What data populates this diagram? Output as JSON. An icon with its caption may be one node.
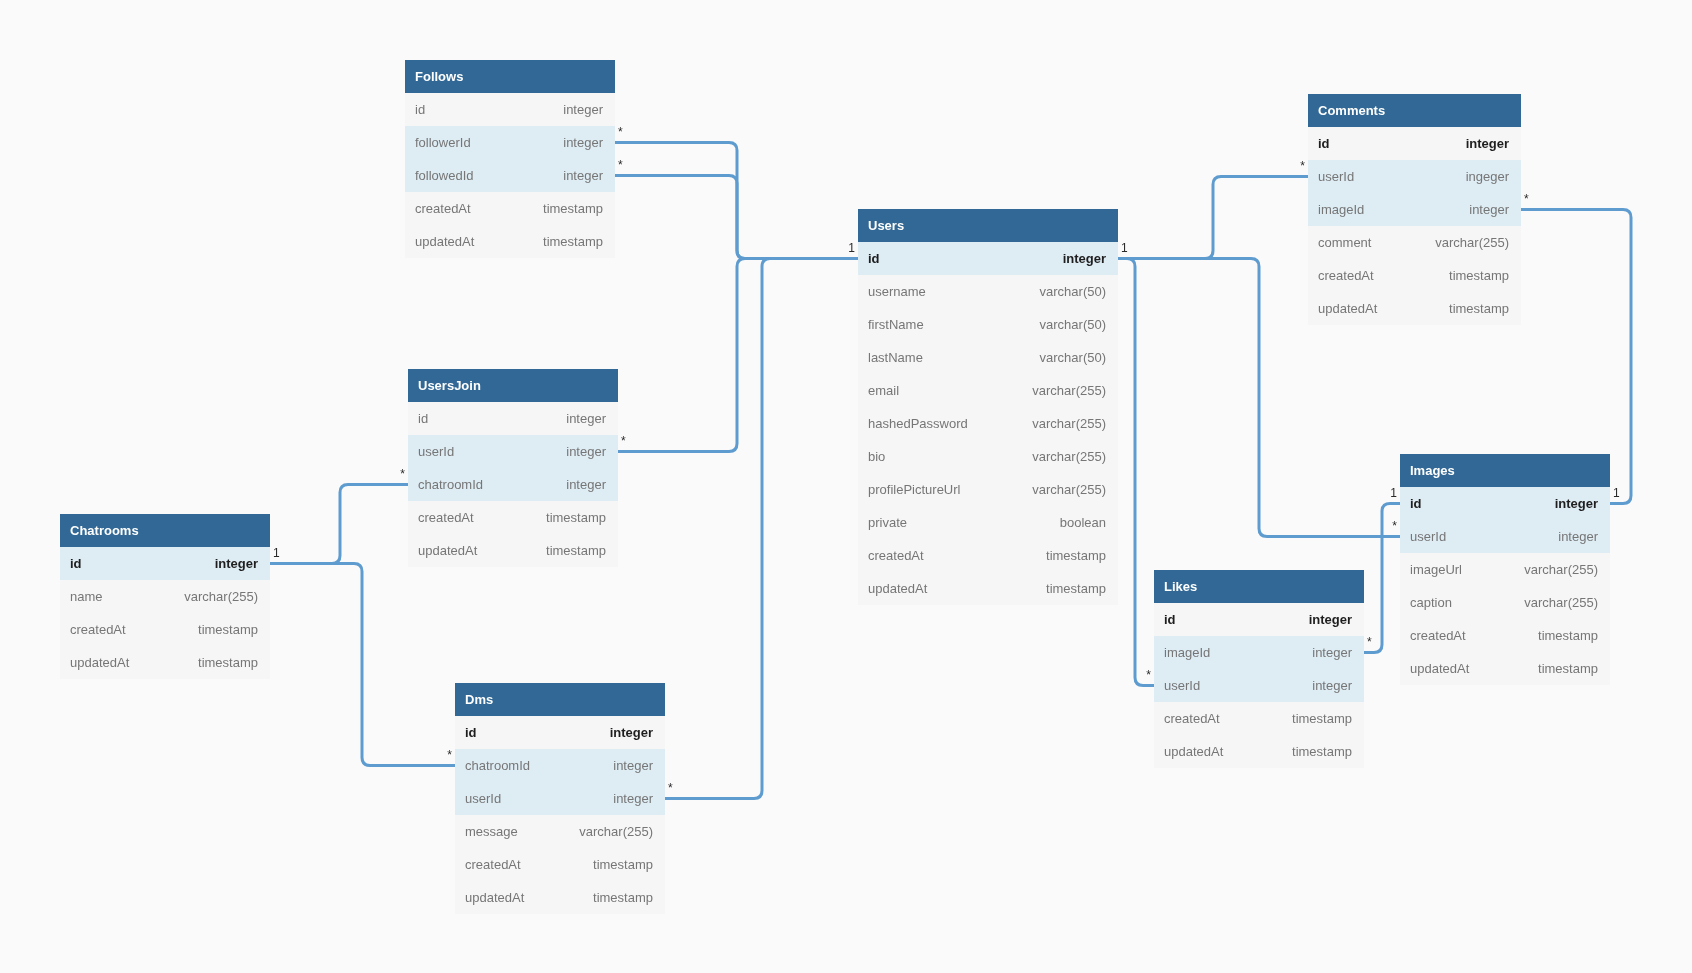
{
  "diagram": {
    "nodes": [
      {
        "text": [
          "Follows"
        ]
      },
      {
        "text": [
          "id",
          "integer"
        ],
        "in": 0
      },
      {
        "text": [
          "followerId",
          "integer"
        ],
        "in": 0,
        "beside": [
          "*"
        ]
      },
      {
        "text": [
          "followedId",
          "integer"
        ],
        "in": 0,
        "beside": [
          "*"
        ]
      },
      {
        "text": [
          "createdAt",
          "timestamp"
        ],
        "in": 0
      },
      {
        "text": [
          "updatedAt",
          "timestamp"
        ],
        "in": 0
      },
      {
        "text": [
          "Comments"
        ]
      },
      {
        "text": [
          "id",
          "integer"
        ],
        "in": 6
      },
      {
        "text": [
          "userId",
          "ingeger"
        ],
        "in": 6,
        "beside": [
          "*"
        ]
      },
      {
        "text": [
          "imageId",
          "integer"
        ],
        "in": 6,
        "beside": [
          "*"
        ]
      },
      {
        "text": [
          "comment",
          "varchar(255)"
        ],
        "in": 6
      },
      {
        "text": [
          "createdAt",
          "timestamp"
        ],
        "in": 6
      },
      {
        "text": [
          "updatedAt",
          "timestamp"
        ],
        "in": 6
      },
      {
        "text": [
          "Users"
        ]
      },
      {
        "text": [
          "id",
          "integer"
        ],
        "in": 13,
        "beside": [
          "1",
          "1"
        ]
      },
      {
        "text": [
          "username",
          "varchar(50)"
        ],
        "in": 13
      },
      {
        "text": [
          "firstName",
          "varchar(50)"
        ],
        "in": 13
      },
      {
        "text": [
          "lastName",
          "varchar(50)"
        ],
        "in": 13
      },
      {
        "text": [
          "email",
          "varchar(255)"
        ],
        "in": 13
      },
      {
        "text": [
          "hashedPassword",
          "varchar(255)"
        ],
        "in": 13
      },
      {
        "text": [
          "bio",
          "varchar(255)"
        ],
        "in": 13
      },
      {
        "text": [
          "profilePictureUrl",
          "varchar(255)"
        ],
        "in": 13
      },
      {
        "text": [
          "private",
          "boolean"
        ],
        "in": 13
      },
      {
        "text": [
          "createdAt",
          "timestamp"
        ],
        "in": 13
      },
      {
        "text": [
          "updatedAt",
          "timestamp"
        ],
        "in": 13
      },
      {
        "text": [
          "UsersJoin"
        ]
      },
      {
        "text": [
          "id",
          "integer"
        ],
        "in": 25
      },
      {
        "text": [
          "userId",
          "integer"
        ],
        "in": 25,
        "beside": [
          "*"
        ]
      },
      {
        "text": [
          "chatroomId",
          "integer"
        ],
        "in": 25,
        "beside": [
          "*"
        ]
      },
      {
        "text": [
          "createdAt",
          "timestamp"
        ],
        "in": 25
      },
      {
        "text": [
          "updatedAt",
          "timestamp"
        ],
        "in": 25
      },
      {
        "text": [
          "Images"
        ]
      },
      {
        "text": [
          "id",
          "integer"
        ],
        "in": 31,
        "beside": [
          "1",
          "1"
        ]
      },
      {
        "text": [
          "userId",
          "integer"
        ],
        "in": 31,
        "beside": [
          "*"
        ]
      },
      {
        "text": [
          "imageUrl",
          "varchar(255)"
        ],
        "in": 31
      },
      {
        "text": [
          "caption",
          "varchar(255)"
        ],
        "in": 31
      },
      {
        "text": [
          "createdAt",
          "timestamp"
        ],
        "in": 31
      },
      {
        "text": [
          "updatedAt",
          "timestamp"
        ],
        "in": 31
      },
      {
        "text": [
          "Chatrooms"
        ]
      },
      {
        "text": [
          "id",
          "integer"
        ],
        "in": 38,
        "beside": [
          "1"
        ]
      },
      {
        "text": [
          "name",
          "varchar(255)"
        ],
        "in": 38
      },
      {
        "text": [
          "createdAt",
          "timestamp"
        ],
        "in": 38
      },
      {
        "text": [
          "updatedAt",
          "timestamp"
        ],
        "in": 38
      },
      {
        "text": [
          "Likes"
        ]
      },
      {
        "text": [
          "id",
          "integer"
        ],
        "in": 43
      },
      {
        "text": [
          "imageId",
          "integer"
        ],
        "in": 43,
        "beside": [
          "*"
        ]
      },
      {
        "text": [
          "userId",
          "integer"
        ],
        "in": 43,
        "beside": [
          "*"
        ]
      },
      {
        "text": [
          "createdAt",
          "timestamp"
        ],
        "in": 43
      },
      {
        "text": [
          "updatedAt",
          "timestamp"
        ],
        "in": 43
      },
      {
        "text": [
          "Dms"
        ]
      },
      {
        "text": [
          "id",
          "integer"
        ],
        "in": 49
      },
      {
        "text": [
          "chatroomId",
          "integer"
        ],
        "in": 49,
        "beside": [
          "*"
        ]
      },
      {
        "text": [
          "userId",
          "integer"
        ],
        "in": 49,
        "beside": [
          "*"
        ]
      },
      {
        "text": [
          "message",
          "varchar(255)"
        ],
        "in": 49
      },
      {
        "text": [
          "createdAt",
          "timestamp"
        ],
        "in": 49
      },
      {
        "text": [
          "updatedAt",
          "timestamp"
        ],
        "in": 49
      }
    ],
    "edges": [
      {
        "from": 2,
        "to": 14,
        "arrow": "none"
      },
      {
        "from": 3,
        "to": 14,
        "arrow": "none"
      },
      {
        "from": 27,
        "to": 14,
        "arrow": "none"
      },
      {
        "from": 52,
        "to": 14,
        "arrow": "none"
      },
      {
        "from": 8,
        "to": 14,
        "arrow": "none"
      },
      {
        "from": 46,
        "to": 14,
        "arrow": "none"
      },
      {
        "from": 33,
        "to": 14,
        "arrow": "none"
      },
      {
        "from": 28,
        "to": 39,
        "arrow": "none"
      },
      {
        "from": 51,
        "to": 39,
        "arrow": "none"
      },
      {
        "from": 9,
        "to": 32,
        "arrow": "none"
      },
      {
        "from": 45,
        "to": 32,
        "arrow": "none"
      }
    ]
  }
}
